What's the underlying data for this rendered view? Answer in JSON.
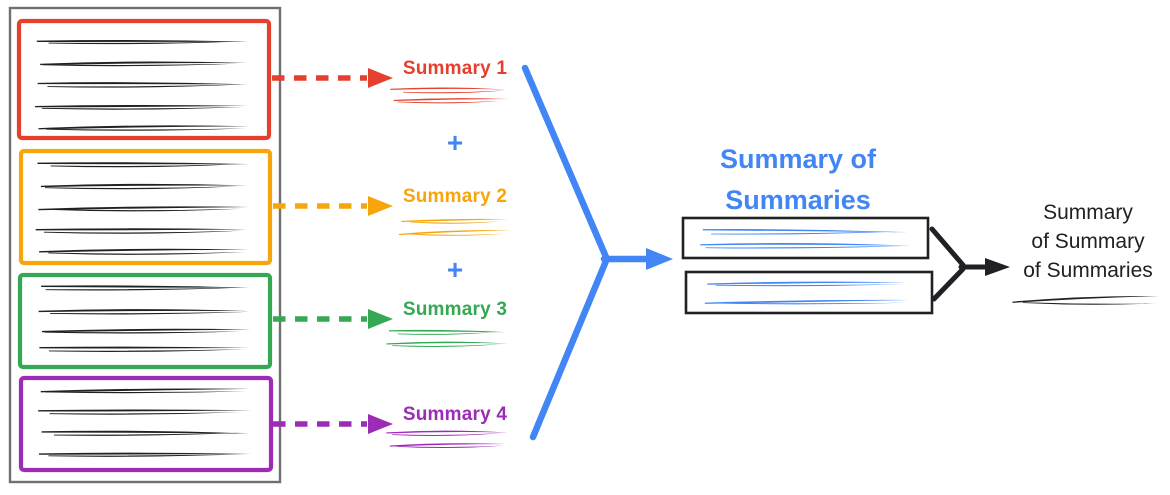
{
  "colors": {
    "red": "#E5402D",
    "orange": "#F6A50A",
    "green": "#34A853",
    "purple": "#9C2BB5",
    "blue": "#4285F4",
    "ink": "#202124",
    "doc_border_gray": "#707070"
  },
  "summaries": [
    {
      "label": "Summary 1"
    },
    {
      "label": "Summary 2"
    },
    {
      "label": "Summary 3"
    },
    {
      "label": "Summary 4"
    }
  ],
  "operators": {
    "plus": "+"
  },
  "summary_of_summaries": {
    "title_lines": [
      "Summary of",
      "Summaries"
    ]
  },
  "final_summary": {
    "label_lines": [
      "Summary",
      "of Summary",
      "of Summaries"
    ]
  }
}
